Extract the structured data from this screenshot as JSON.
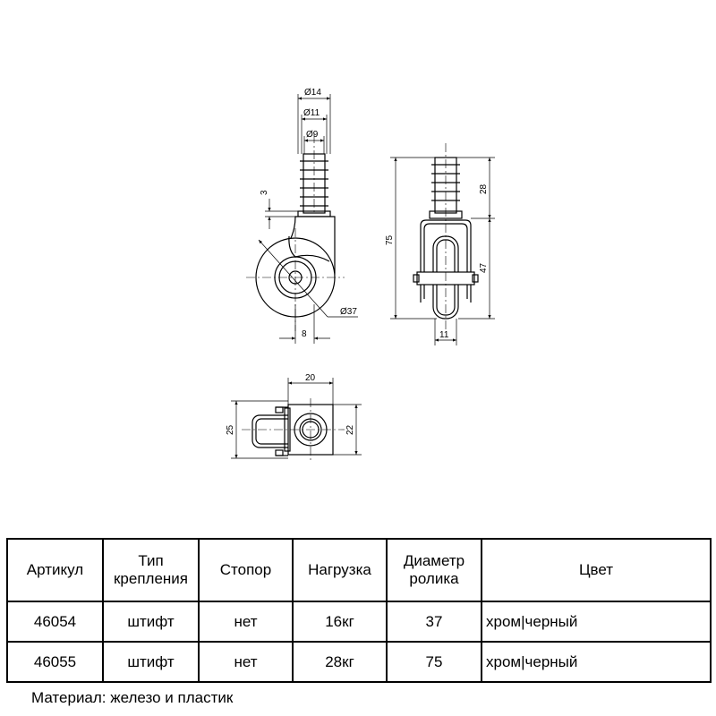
{
  "drawing": {
    "front_view": {
      "d14": "Ø14",
      "d11": "Ø11",
      "d9": "Ø9",
      "dim_3": "3",
      "wheel_d": "Ø37",
      "dim_8": "8"
    },
    "side_view": {
      "dim_75": "75",
      "dim_28": "28",
      "dim_47": "47",
      "dim_11": "11"
    },
    "top_view": {
      "dim_20": "20",
      "dim_25": "25",
      "dim_22": "22"
    }
  },
  "table": {
    "headers": [
      "Артикул",
      "Тип\nкрепления",
      "Стопор",
      "Нагрузка",
      "Диаметр\nролика",
      "Цвет"
    ],
    "rows": [
      [
        "46054",
        "штифт",
        "нет",
        "16кг",
        "37",
        "хром|черный"
      ],
      [
        "46055",
        "штифт",
        "нет",
        "28кг",
        "75",
        "хром|черный"
      ]
    ]
  },
  "material": "Материал: железо и пластик"
}
